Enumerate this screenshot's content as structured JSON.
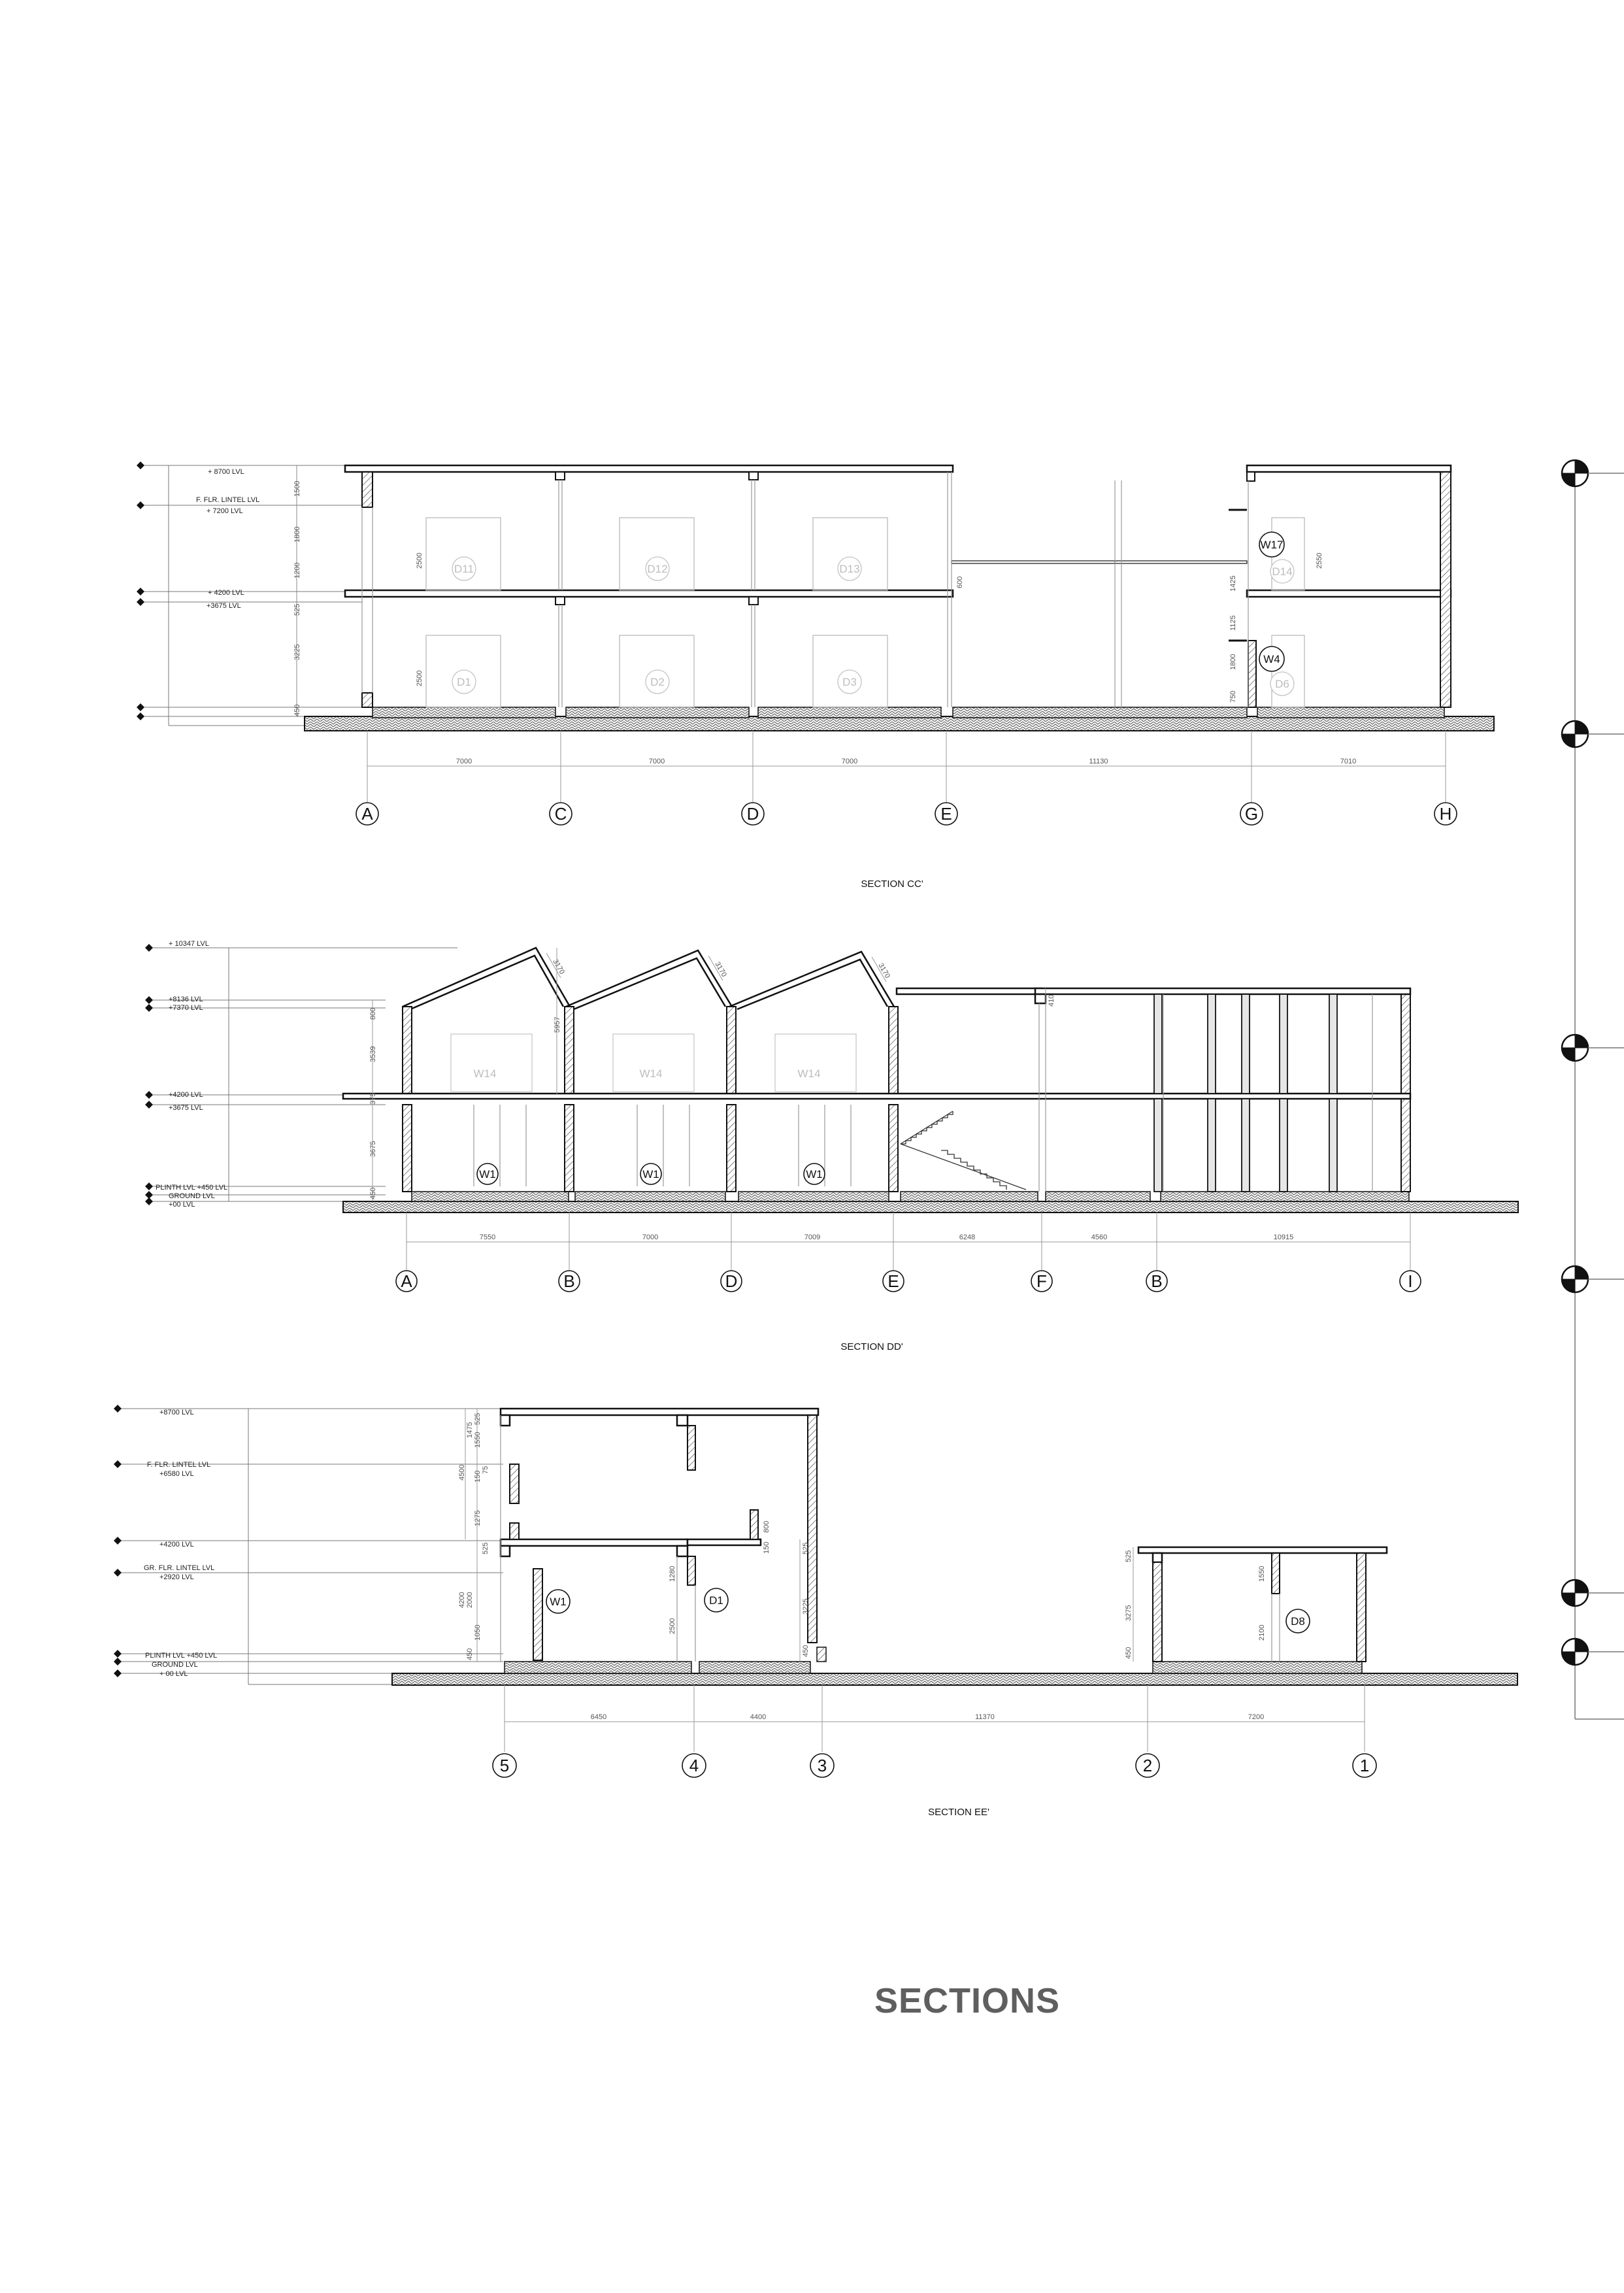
{
  "page": {
    "title": "SECTIONS"
  },
  "sections": [
    {
      "id": "cc",
      "title": "SECTION CC'",
      "levels": [
        "+ 8700 LVL",
        "F. FLR. LINTEL LVL",
        "+ 7200 LVL",
        "+ 4200 LVL",
        "+3675 LVL"
      ],
      "grids": [
        "A",
        "C",
        "D",
        "E",
        "G",
        "H"
      ],
      "spans": [
        "7000",
        "7000",
        "7000",
        "11130",
        "7010"
      ],
      "heights": [
        "1500",
        "1800",
        "1200",
        "525",
        "3225",
        "2500",
        "2500",
        "450",
        "600",
        "1425",
        "1125",
        "1800",
        "750",
        "2550"
      ],
      "openings": [
        "D11",
        "D12",
        "D13",
        "D14",
        "D1",
        "D2",
        "D3",
        "D6"
      ],
      "tags": [
        "W17",
        "W4"
      ]
    },
    {
      "id": "dd",
      "title": "SECTION DD'",
      "levels": [
        "+ 10347 LVL",
        "+8136 LVL",
        "+7370 LVL",
        "+4200 LVL",
        "+3675 LVL",
        "PLINTH LVL +450 LVL",
        "GROUND LVL",
        "+00 LVL"
      ],
      "grids": [
        "A",
        "B",
        "D",
        "E",
        "F",
        "B",
        "I"
      ],
      "spans": [
        "7550",
        "7000",
        "7009",
        "6248",
        "4560",
        "10915"
      ],
      "heights": [
        "3170",
        "800",
        "3539",
        "5957",
        "375",
        "3675",
        "450",
        "410"
      ],
      "openings": [
        "W14",
        "W14",
        "W14"
      ],
      "tags": [
        "W1",
        "W1",
        "W1"
      ]
    },
    {
      "id": "ee",
      "title": "SECTION EE'",
      "levels": [
        "+8700 LVL",
        "F. FLR. LINTEL LVL",
        "+6580 LVL",
        "+4200 LVL",
        "GR. FLR. LINTEL LVL",
        "+2920 LVL",
        "PLINTH LVL +450 LVL",
        "GROUND LVL",
        "+ 00 LVL"
      ],
      "grids": [
        "5",
        "4",
        "3",
        "2",
        "1"
      ],
      "spans": [
        "6450",
        "4400",
        "11370",
        "7200"
      ],
      "heights": [
        "525",
        "1550",
        "1475",
        "4500",
        "150",
        "1275",
        "75",
        "525",
        "4200",
        "2000",
        "1050",
        "450",
        "1280",
        "2500",
        "800",
        "150",
        "525",
        "3225",
        "450",
        "525",
        "3275",
        "450",
        "1550",
        "2100"
      ],
      "tags": [
        "W1",
        "D1",
        "D8"
      ]
    }
  ]
}
